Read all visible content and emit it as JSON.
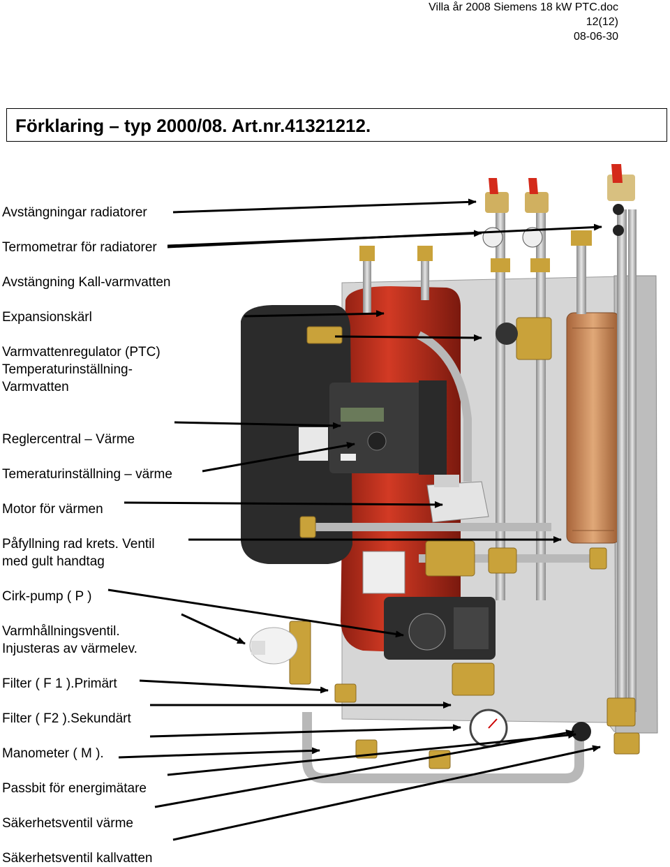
{
  "header": {
    "filename": "Villa år 2008 Siemens 18 kW PTC.doc",
    "page": "12(12)",
    "date": "08-06-30"
  },
  "title": "Förklaring – typ 2000/08. Art.nr.41321212.",
  "labels": [
    "Avstängningar radiatorer",
    "Termometrar för radiatorer",
    "Avstängning Kall-varmvatten",
    "Expansionskärl",
    "Varmvattenregulator (PTC)",
    "Temperaturinställning-",
    "Varmvatten",
    "Reglercentral – Värme",
    "Temeraturinställning – värme",
    "Motor för värmen",
    "Påfyllning  rad krets. Ventil",
    "med gult handtag",
    "Cirk-pump ( P )",
    "Varmhållningsventil.",
    "Injusteras av värmelev.",
    "Filter ( F 1 ).Primärt",
    "Filter ( F2 ).Sekundärt",
    "Manometer ( M ).",
    "Passbit för energimätare",
    "Säkerhetsventil värme",
    "Säkerhetsventil kallvatten"
  ],
  "colors": {
    "pipe": "#b8b8b8",
    "brass": "#c9a23a",
    "tank": "#c8321e",
    "handle": "#d42a1a",
    "panel": "#cfcfcf"
  }
}
